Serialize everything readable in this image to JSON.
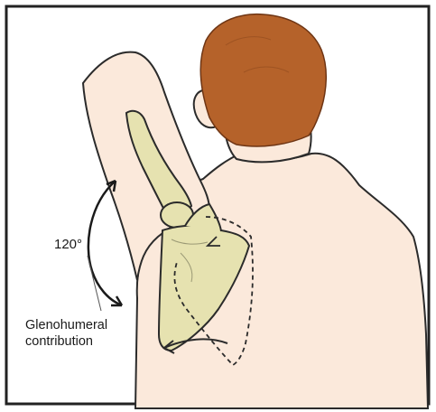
{
  "figure": {
    "angle_label": "120°",
    "contribution_label_line1": "Glenohumeral",
    "contribution_label_line2": "contribution"
  },
  "colors": {
    "skin": "#fbe9db",
    "hair": "#b5622a",
    "bone": "#e6e2b0",
    "outline": "#2b2b2b",
    "frame": "#222222"
  }
}
